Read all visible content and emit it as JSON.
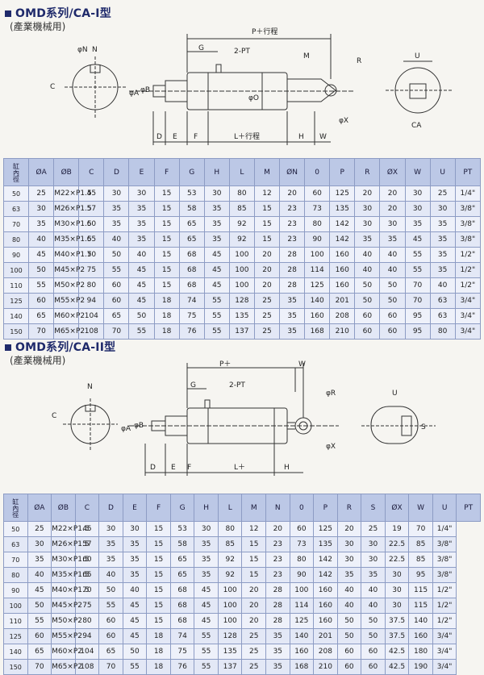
{
  "section1": {
    "title": "OMD系列/CA-I型",
    "subtitle": "(產業機械用)",
    "drawing_labels": {
      "n": "N",
      "c": "C",
      "phi_a": "φA",
      "phi_b": "φB",
      "g": "G",
      "pt": "2-PT",
      "p_stroke": "P＋行程",
      "m": "M",
      "r": "R",
      "phi_o": "φO",
      "phi_x": "φX",
      "d": "D",
      "e": "E",
      "f": "F",
      "l_stroke": "L＋行程",
      "h": "H",
      "w": "W",
      "u": "U",
      "ca": "CA",
      "phi_n": "φN"
    },
    "columns": [
      "缸內徑",
      "ØA",
      "ØB",
      "C",
      "D",
      "E",
      "F",
      "G",
      "H",
      "L",
      "M",
      "ØN",
      "0",
      "P",
      "R",
      "ØX",
      "W",
      "U",
      "PT"
    ],
    "rows": [
      [
        "50",
        "25",
        "M22×P1.5",
        "45",
        "30",
        "30",
        "15",
        "53",
        "30",
        "80",
        "12",
        "20",
        "60",
        "125",
        "20",
        "20",
        "30",
        "25",
        "1/4\""
      ],
      [
        "63",
        "30",
        "M26×P1.5",
        "57",
        "35",
        "35",
        "15",
        "58",
        "35",
        "85",
        "15",
        "23",
        "73",
        "135",
        "30",
        "20",
        "30",
        "30",
        "3/8\""
      ],
      [
        "70",
        "35",
        "M30×P1.5",
        "60",
        "35",
        "35",
        "15",
        "65",
        "35",
        "92",
        "15",
        "23",
        "80",
        "142",
        "30",
        "30",
        "35",
        "35",
        "3/8\""
      ],
      [
        "80",
        "40",
        "M35×P1.5",
        "65",
        "40",
        "35",
        "15",
        "65",
        "35",
        "92",
        "15",
        "23",
        "90",
        "142",
        "35",
        "35",
        "45",
        "35",
        "3/8\""
      ],
      [
        "90",
        "45",
        "M40×P1.5",
        "70",
        "50",
        "40",
        "15",
        "68",
        "45",
        "100",
        "20",
        "28",
        "100",
        "160",
        "40",
        "40",
        "55",
        "35",
        "1/2\""
      ],
      [
        "100",
        "50",
        "M45×P2",
        "75",
        "55",
        "45",
        "15",
        "68",
        "45",
        "100",
        "20",
        "28",
        "114",
        "160",
        "40",
        "40",
        "55",
        "35",
        "1/2\""
      ],
      [
        "110",
        "55",
        "M50×P2",
        "80",
        "60",
        "45",
        "15",
        "68",
        "45",
        "100",
        "20",
        "28",
        "125",
        "160",
        "50",
        "50",
        "70",
        "40",
        "1/2\""
      ],
      [
        "125",
        "60",
        "M55×P2",
        "94",
        "60",
        "45",
        "18",
        "74",
        "55",
        "128",
        "25",
        "35",
        "140",
        "201",
        "50",
        "50",
        "70",
        "63",
        "3/4\""
      ],
      [
        "140",
        "65",
        "M60×P2",
        "104",
        "65",
        "50",
        "18",
        "75",
        "55",
        "135",
        "25",
        "35",
        "160",
        "208",
        "60",
        "60",
        "95",
        "63",
        "3/4\""
      ],
      [
        "150",
        "70",
        "M65×P2",
        "108",
        "70",
        "55",
        "18",
        "76",
        "55",
        "137",
        "25",
        "35",
        "168",
        "210",
        "60",
        "60",
        "95",
        "80",
        "3/4\""
      ]
    ]
  },
  "section2": {
    "title": "OMD系列/CA-II型",
    "subtitle": "(產業機械用)",
    "drawing_labels": {
      "n": "N",
      "c": "C",
      "phi_a": "φA",
      "phi_b": "φB",
      "g": "G",
      "pt": "2-PT",
      "p": "P＋",
      "w": "W",
      "r": "φR",
      "x": "φX",
      "d": "D",
      "e": "E",
      "f": "F",
      "l": "L＋",
      "h": "H",
      "u": "U",
      "s": "S"
    },
    "columns": [
      "缸內徑",
      "ØA",
      "ØB",
      "C",
      "D",
      "E",
      "F",
      "G",
      "H",
      "L",
      "M",
      "N",
      "0",
      "P",
      "R",
      "S",
      "ØX",
      "W",
      "U",
      "PT"
    ],
    "rows": [
      [
        "50",
        "25",
        "M22×P1.5",
        "45",
        "30",
        "30",
        "15",
        "53",
        "30",
        "80",
        "12",
        "20",
        "60",
        "125",
        "20",
        "25",
        "19",
        "70",
        "1/4\""
      ],
      [
        "63",
        "30",
        "M26×P1.5",
        "57",
        "35",
        "35",
        "15",
        "58",
        "35",
        "85",
        "15",
        "23",
        "73",
        "135",
        "30",
        "30",
        "22.5",
        "85",
        "3/8\""
      ],
      [
        "70",
        "35",
        "M30×P1.5",
        "60",
        "35",
        "35",
        "15",
        "65",
        "35",
        "92",
        "15",
        "23",
        "80",
        "142",
        "30",
        "30",
        "22.5",
        "85",
        "3/8\""
      ],
      [
        "80",
        "40",
        "M35×P1.5",
        "65",
        "40",
        "35",
        "15",
        "65",
        "35",
        "92",
        "15",
        "23",
        "90",
        "142",
        "35",
        "35",
        "30",
        "95",
        "3/8\""
      ],
      [
        "90",
        "45",
        "M40×P1.5",
        "70",
        "50",
        "40",
        "15",
        "68",
        "45",
        "100",
        "20",
        "28",
        "100",
        "160",
        "40",
        "40",
        "30",
        "115",
        "1/2\""
      ],
      [
        "100",
        "50",
        "M45×P2",
        "75",
        "55",
        "45",
        "15",
        "68",
        "45",
        "100",
        "20",
        "28",
        "114",
        "160",
        "40",
        "40",
        "30",
        "115",
        "1/2\""
      ],
      [
        "110",
        "55",
        "M50×P2",
        "80",
        "60",
        "45",
        "15",
        "68",
        "45",
        "100",
        "20",
        "28",
        "125",
        "160",
        "50",
        "50",
        "37.5",
        "140",
        "1/2\""
      ],
      [
        "125",
        "60",
        "M55×P2",
        "94",
        "60",
        "45",
        "18",
        "74",
        "55",
        "128",
        "25",
        "35",
        "140",
        "201",
        "50",
        "50",
        "37.5",
        "160",
        "3/4\""
      ],
      [
        "140",
        "65",
        "M60×P2",
        "104",
        "65",
        "50",
        "18",
        "75",
        "55",
        "135",
        "25",
        "35",
        "160",
        "208",
        "60",
        "60",
        "42.5",
        "180",
        "3/4\""
      ],
      [
        "150",
        "70",
        "M65×P2",
        "108",
        "70",
        "55",
        "18",
        "76",
        "55",
        "137",
        "25",
        "35",
        "168",
        "210",
        "60",
        "60",
        "42.5",
        "190",
        "3/4\""
      ]
    ]
  }
}
